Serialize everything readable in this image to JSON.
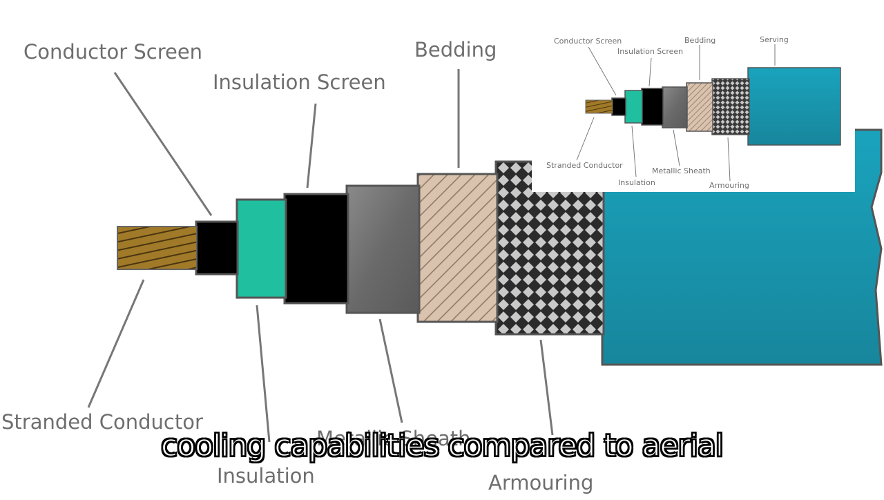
{
  "main_diagram": {
    "labels": {
      "conductor_screen": "Conductor Screen",
      "insulation_screen": "Insulation Screen",
      "bedding": "Bedding",
      "stranded_conductor": "Stranded Conductor",
      "insulation": "Insulation",
      "metallic_sheath": "Metallic Sheath",
      "armouring": "Armouring"
    }
  },
  "inset_diagram": {
    "labels": {
      "conductor_screen": "Conductor Screen",
      "insulation_screen": "Insulation Screen",
      "bedding": "Bedding",
      "serving": "Serving",
      "stranded_conductor": "Stranded Conductor",
      "insulation": "Insulation",
      "metallic_sheath": "Metallic Sheath",
      "armouring": "Armouring"
    }
  },
  "caption": "cooling capabilities compared to aerial",
  "colors": {
    "conductor": "#a07a28",
    "screen": "#000000",
    "insulation": "#1fbf9f",
    "metallic_sheath": "#6b6b6b",
    "bedding": "#d9c2ae",
    "armouring": "#c8c8c8",
    "serving": "#1a9cb6"
  }
}
